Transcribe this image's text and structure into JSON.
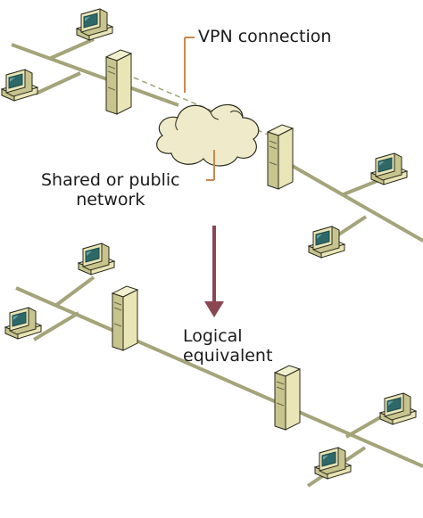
{
  "labels": {
    "vpn_connection": "VPN connection",
    "shared_network_line1": "Shared or public",
    "shared_network_line2": "network",
    "logical_line1": "Logical",
    "logical_line2": "equivalent"
  },
  "colors": {
    "network_line": "#a4a47a",
    "device_fill": "#e9e5b7",
    "device_side": "#c8c48e",
    "device_shadow": "#9c9868",
    "outline": "#2a2a1c",
    "screen": "#2e6868",
    "cloud_fill": "#efebca",
    "leader_line": "#c9894f",
    "arrow": "#8a4652"
  }
}
